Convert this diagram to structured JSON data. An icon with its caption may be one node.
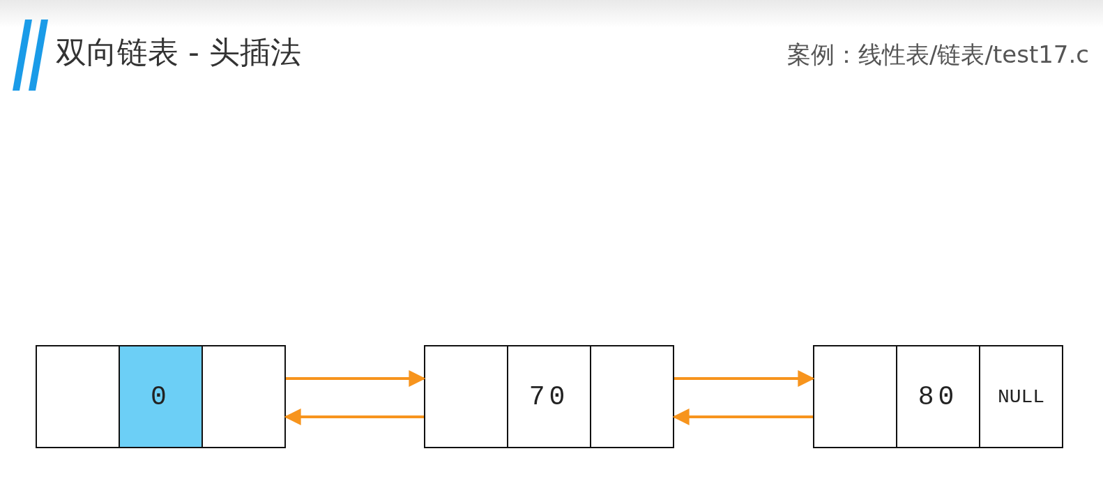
{
  "diagram": {
    "title": "双向链表 - 头插法",
    "nodes": [
      {
        "text": [],
        "shape": "box"
      },
      {
        "text": [
          "0"
        ]
      },
      {
        "text": [],
        "shape": "box"
      },
      {
        "text": [],
        "shape": "box"
      },
      {
        "text": [
          "70"
        ]
      },
      {
        "text": [],
        "shape": "box"
      },
      {
        "text": [],
        "shape": "box"
      },
      {
        "text": [
          "80"
        ]
      },
      {
        "text": [
          "NULL"
        ]
      }
    ],
    "edges": [
      {
        "from": 2,
        "to": 3,
        "arrow": "to"
      },
      {
        "from": 3,
        "to": 2,
        "arrow": "to"
      },
      {
        "from": 5,
        "to": 6,
        "arrow": "to"
      },
      {
        "from": 6,
        "to": 5,
        "arrow": "to"
      }
    ],
    "labels": [
      "案例：线性表/链表/test17.c"
    ]
  }
}
